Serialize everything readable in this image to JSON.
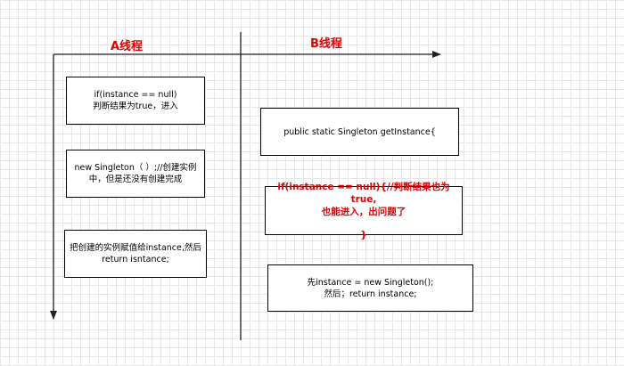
{
  "lanes": {
    "a_title": "A线程",
    "b_title": "B线程"
  },
  "colors": {
    "title": "#e10000",
    "highlight_text": "#e10000",
    "line": "#222222",
    "grid": "#e6e6e6"
  },
  "thread_a": {
    "step1": {
      "line1": "if(instance == null)",
      "line2": "判断结果为true，进入"
    },
    "step2": {
      "line1": "new Singleton（ ）;//创建实例",
      "line2": "中，但是还没有创建完成"
    },
    "step3": {
      "line1": "把创建的实例赋值给instance,然后",
      "line2": "return isntance;"
    }
  },
  "thread_b": {
    "step1": {
      "line1": "public static Singleton getInstance{"
    },
    "step2": {
      "line1": "if(instance == null){//判断结果也为true,",
      "line2": "也能进入，出问题了",
      "line3": "}"
    },
    "step3": {
      "line1": "先instance = new Singleton();",
      "line2": "然后；return instance;"
    }
  }
}
